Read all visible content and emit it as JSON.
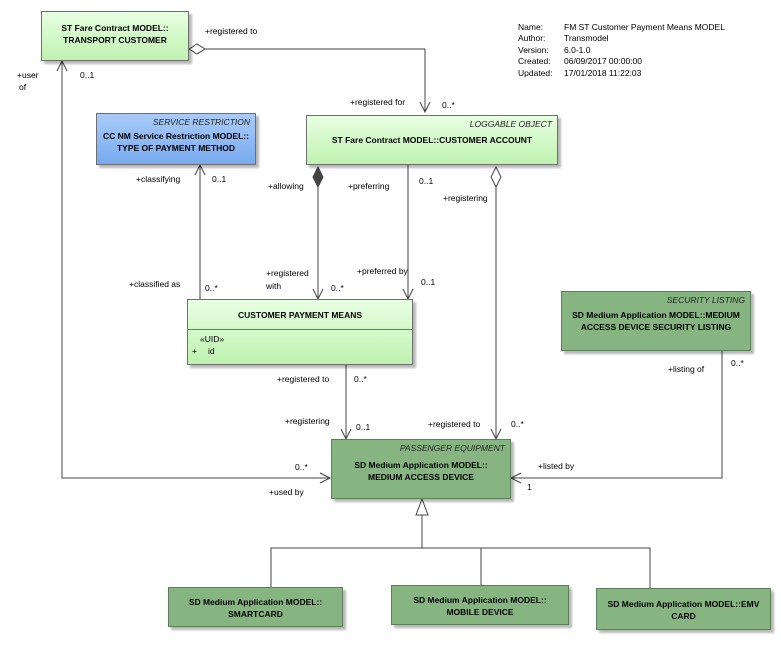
{
  "metadata": {
    "name_key": "Name:",
    "name": "FM ST Customer Payment Means MODEL",
    "author_key": "Author:",
    "author": "Transmodel",
    "version_key": "Version:",
    "version": "6.0-1.0",
    "created_key": "Created:",
    "created": "06/09/2017 00:00:00",
    "updated_key": "Updated:",
    "updated": "17/01/2018 11:22:03"
  },
  "classes": {
    "transport_customer": {
      "title1": "ST Fare Contract MODEL::",
      "title2": "TRANSPORT CUSTOMER"
    },
    "service_restriction": {
      "stereotype": "SERVICE RESTRICTION",
      "title1": "CC NM Service Restriction MODEL::",
      "title2": "TYPE OF PAYMENT METHOD"
    },
    "customer_account": {
      "stereotype": "LOGGABLE OBJECT",
      "title1": "ST Fare Contract MODEL::CUSTOMER ACCOUNT"
    },
    "customer_payment_means": {
      "title1": "CUSTOMER PAYMENT MEANS",
      "attr_stereotype": "«UID»",
      "attr_vis": "+",
      "attr_name": "id"
    },
    "security_listing": {
      "stereotype": "SECURITY LISTING",
      "title1": "SD Medium Application MODEL::MEDIUM",
      "title2": "ACCESS DEVICE SECURITY LISTING"
    },
    "medium_access_device": {
      "stereotype": "PASSENGER EQUIPMENT",
      "title1": "SD Medium Application MODEL::",
      "title2": "MEDIUM ACCESS DEVICE"
    },
    "smartcard": {
      "title1": "SD Medium Application MODEL::",
      "title2": "SMARTCARD"
    },
    "mobile_device": {
      "title1": "SD Medium Application MODEL::",
      "title2": "MOBILE DEVICE"
    },
    "emv_card": {
      "title1": "SD Medium Application MODEL::EMV",
      "title2": "CARD"
    }
  },
  "labels": {
    "registered_to_top": "+registered to",
    "user": "+user",
    "of": "of",
    "mult_01_tc": "0..1",
    "registered_for": "+registered for",
    "mult_0n_ca": "0..*",
    "classifying": "+classifying",
    "mult_01_spm": "0..1",
    "allowing": "+allowing",
    "preferring": "+preferring",
    "mult_01_pref": "0..1",
    "registering_ca": "+registering",
    "classified_as": "+classified as",
    "mult_0n_cls": "0..*",
    "registered": "+registered",
    "with": "with",
    "mult_0n_with": "0..*",
    "preferred_by": "+preferred by",
    "mult_01_pb": "0..1",
    "registered_to_cpm": "+registered to",
    "mult_0n_cpm": "0..*",
    "listing_of": "+listing of",
    "mult_0n_lst": "0..*",
    "registering_mad": "+registering",
    "mult_01_mad": "0..1",
    "registered_to_mad": "+registered to",
    "mult_0n_mad": "0..*",
    "mult_0n_user": "0..*",
    "used_by": "+used by",
    "listed_by": "+listed by",
    "mult_1": "1"
  }
}
